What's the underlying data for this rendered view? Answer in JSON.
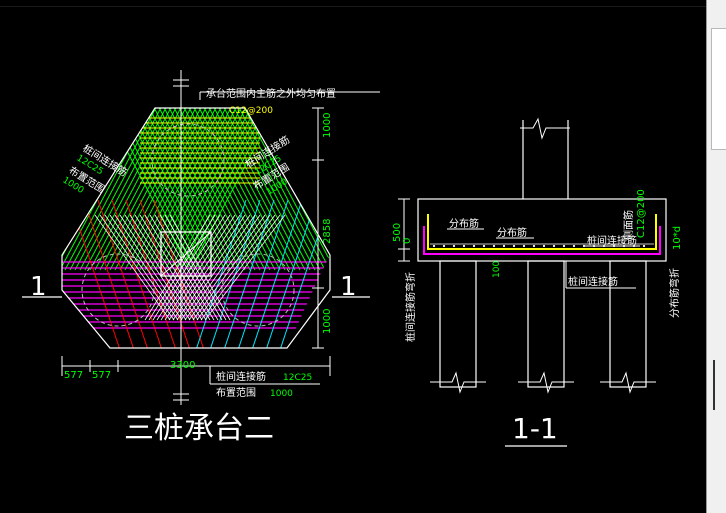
{
  "left_drawing": {
    "top_note": "承台范围内主筋之外均匀布置",
    "top_rebar": "C12@200",
    "left_rebar_title": "桩间连接筋",
    "left_rebar_spec": "12C25",
    "left_range_label": "布置范围",
    "left_range_value": "1000",
    "right_rebar_title": "桩间连接筋",
    "right_rebar_spec": "12C25",
    "right_range_label": "布置范围",
    "right_range_value": "1000",
    "dim_top": "1000",
    "dim_middle": "2858",
    "dim_bottom": "1000",
    "dim_width": "3300",
    "dim_left_a": "577",
    "dim_left_b": "577",
    "section_mark_left": "1",
    "section_mark_right": "1",
    "bottom_rebar_title": "桩间连接筋",
    "bottom_rebar_spec": "12C25",
    "bottom_range_label": "布置范围",
    "bottom_range_value": "1000",
    "caption": "三桩承台二"
  },
  "right_drawing": {
    "dim_height": "500",
    "dim_zero": "0",
    "left_vertical_note": "桩间连接筋弯折",
    "dist_bar_1": "分布筋",
    "dist_bar_2": "分布筋",
    "dim_100": "100",
    "side_bar_title": "侧面筋",
    "side_bar_spec": "C12@200",
    "right_link_label": "桩间连接筋",
    "bottom_link_label": "桩间连接筋",
    "right_vertical_note": "分布筋弯折",
    "right_vertical_spec": "10*d",
    "caption": "1-1"
  },
  "colors": {
    "background": "#000000",
    "white": "#ffffff",
    "yellow": "#ffff00",
    "green": "#00ff00",
    "lime": "#c8ff3c",
    "red": "#ff0000",
    "cyan": "#00e5ff",
    "magenta": "#ff00ff"
  }
}
